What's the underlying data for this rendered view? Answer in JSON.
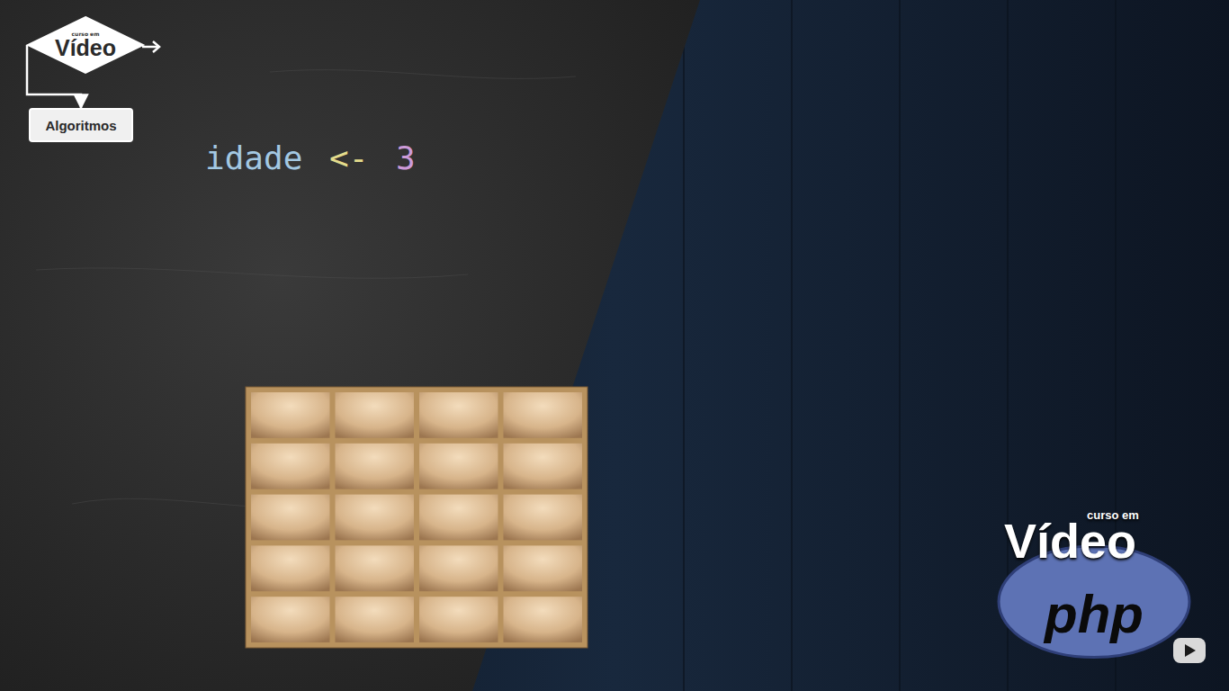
{
  "diagram": {
    "nodes": [
      {
        "text": [
          "curso em",
          "Vídeo"
        ]
      },
      {
        "text": [
          "Algoritmos"
        ]
      },
      {
        "text": [
          "php"
        ]
      }
    ],
    "edges": [
      {
        "from": 0,
        "to": 1,
        "arrow": "to"
      }
    ],
    "labels": [
      "idade",
      "<-",
      "3",
      "curso em",
      "Vídeo"
    ]
  }
}
